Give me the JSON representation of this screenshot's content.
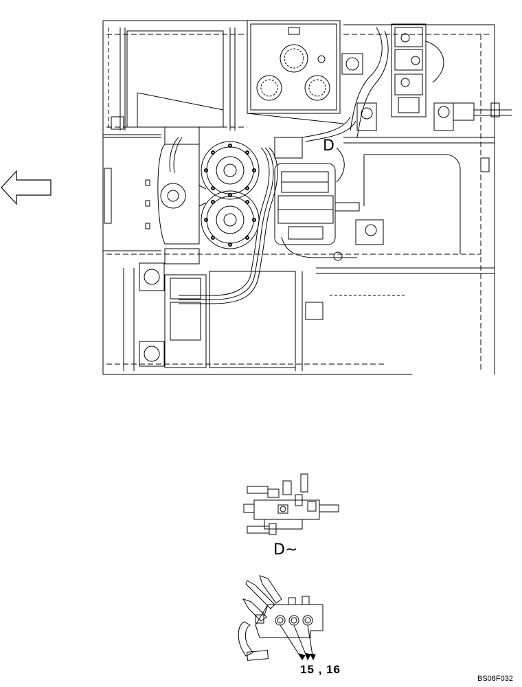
{
  "diagram": {
    "view_marker_label": "D",
    "detail_view_label": "D~",
    "part_callout_label": "15 , 16",
    "figure_code": "BS08F032"
  },
  "colors": {
    "line": "#000000",
    "background": "#ffffff"
  }
}
